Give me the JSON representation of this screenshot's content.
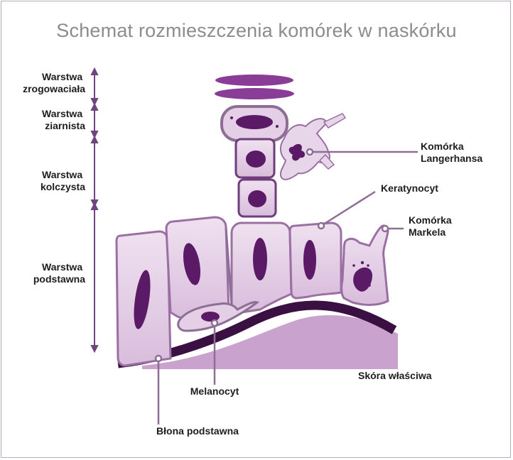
{
  "title": "Schemat rozmieszczenia komórek w naskórku",
  "layers": {
    "corneum": [
      "Warstwa",
      "zrogowaciała"
    ],
    "granulosum": [
      "Warstwa",
      "ziarnista"
    ],
    "spinosum": [
      "Warstwa",
      "kolczysta"
    ],
    "basale": [
      "Warstwa",
      "podstawna"
    ]
  },
  "cells": {
    "langerhans": [
      "Komórka",
      "Langerhansa"
    ],
    "keratinocyte": "Keratynocyt",
    "merkel": [
      "Komórka",
      "Markela"
    ],
    "dermis": "Skóra właściwa",
    "melanocyte": "Melanocyt",
    "basement_membrane": "Błona podstawna"
  },
  "colors": {
    "membrane": "#3a0f42",
    "cell_fill": "#e4cfe6",
    "cell_border": "#9b6fa3",
    "nucleus": "#5b1a66",
    "dermis": "#c9a3cd",
    "arrow": "#6f4480"
  }
}
